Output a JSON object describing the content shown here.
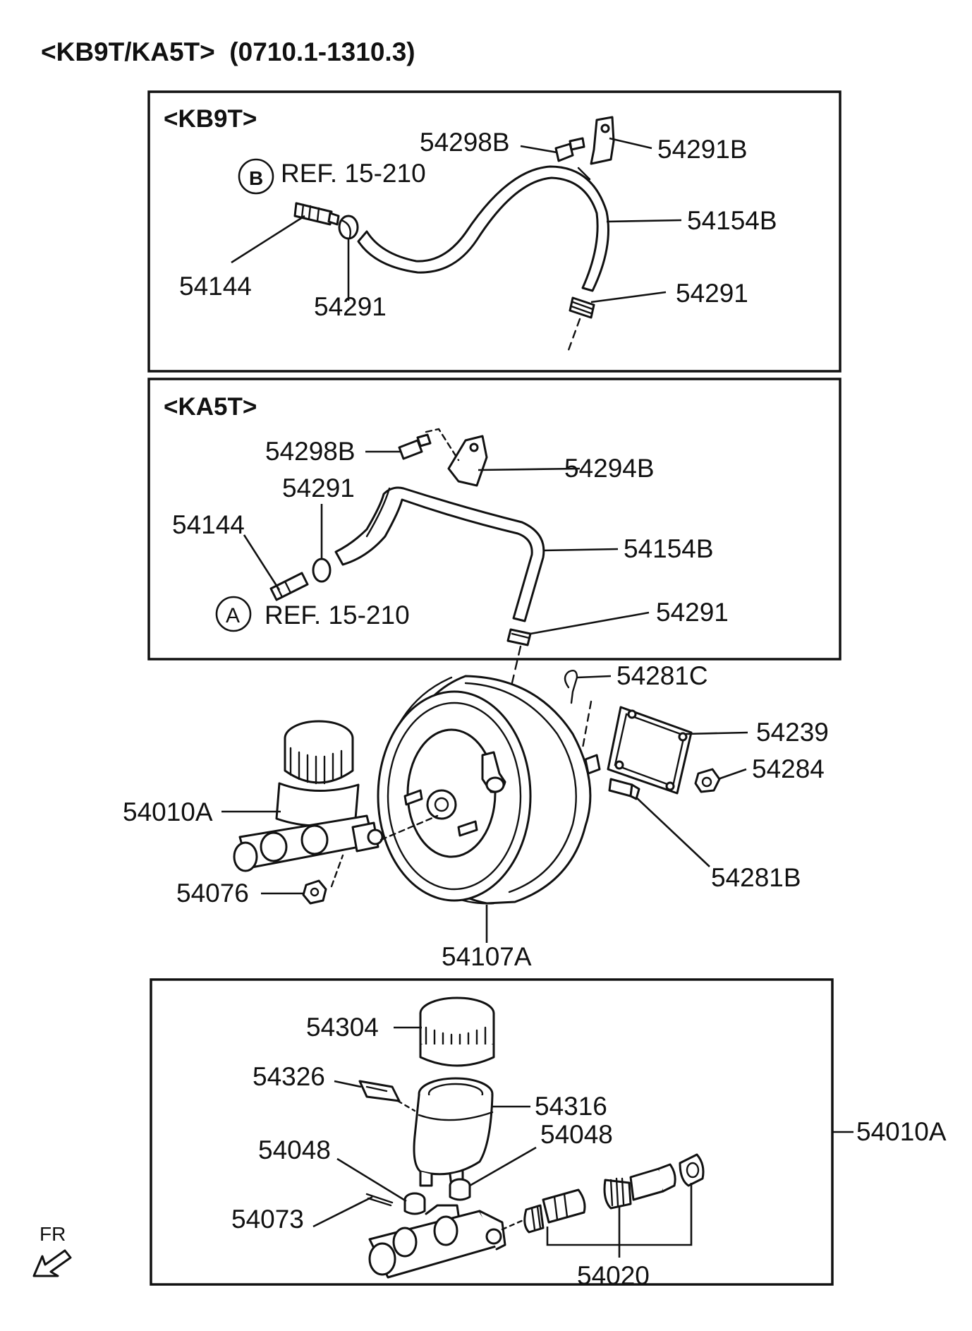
{
  "title": "<KB9T/KA5T>  (0710.1-1310.3)",
  "sections": {
    "kb9t": {
      "heading": "<KB9T>",
      "ref_badge": "B",
      "ref_text": "REF. 15-210",
      "labels": {
        "bolt": "54298B",
        "bracket": "54291B",
        "hose": "54154B",
        "connector": "54144",
        "clip_left": "54291",
        "clip_right": "54291"
      }
    },
    "ka5t": {
      "heading": "<KA5T>",
      "ref_badge": "A",
      "ref_text": "REF. 15-210",
      "labels": {
        "bolt": "54298B",
        "bracket": "54294B",
        "clip_top": "54291",
        "connector": "54144",
        "hose": "54154B",
        "clip_right": "54291"
      }
    },
    "booster": {
      "labels": {
        "pin": "54281C",
        "gasket": "54239",
        "nut": "54284",
        "master_cylinder": "54010A",
        "valve": "54281B",
        "cyl_nut": "54076",
        "booster_assy": "54107A"
      }
    },
    "master_cylinder": {
      "labels": {
        "cap": "54304",
        "filter": "54326",
        "reservoir": "54316",
        "grommet_left": "54048",
        "grommet_right": "54048",
        "pin": "54073",
        "piston_kit": "54020",
        "assembly": "54010A"
      }
    }
  },
  "direction_label": "FR"
}
